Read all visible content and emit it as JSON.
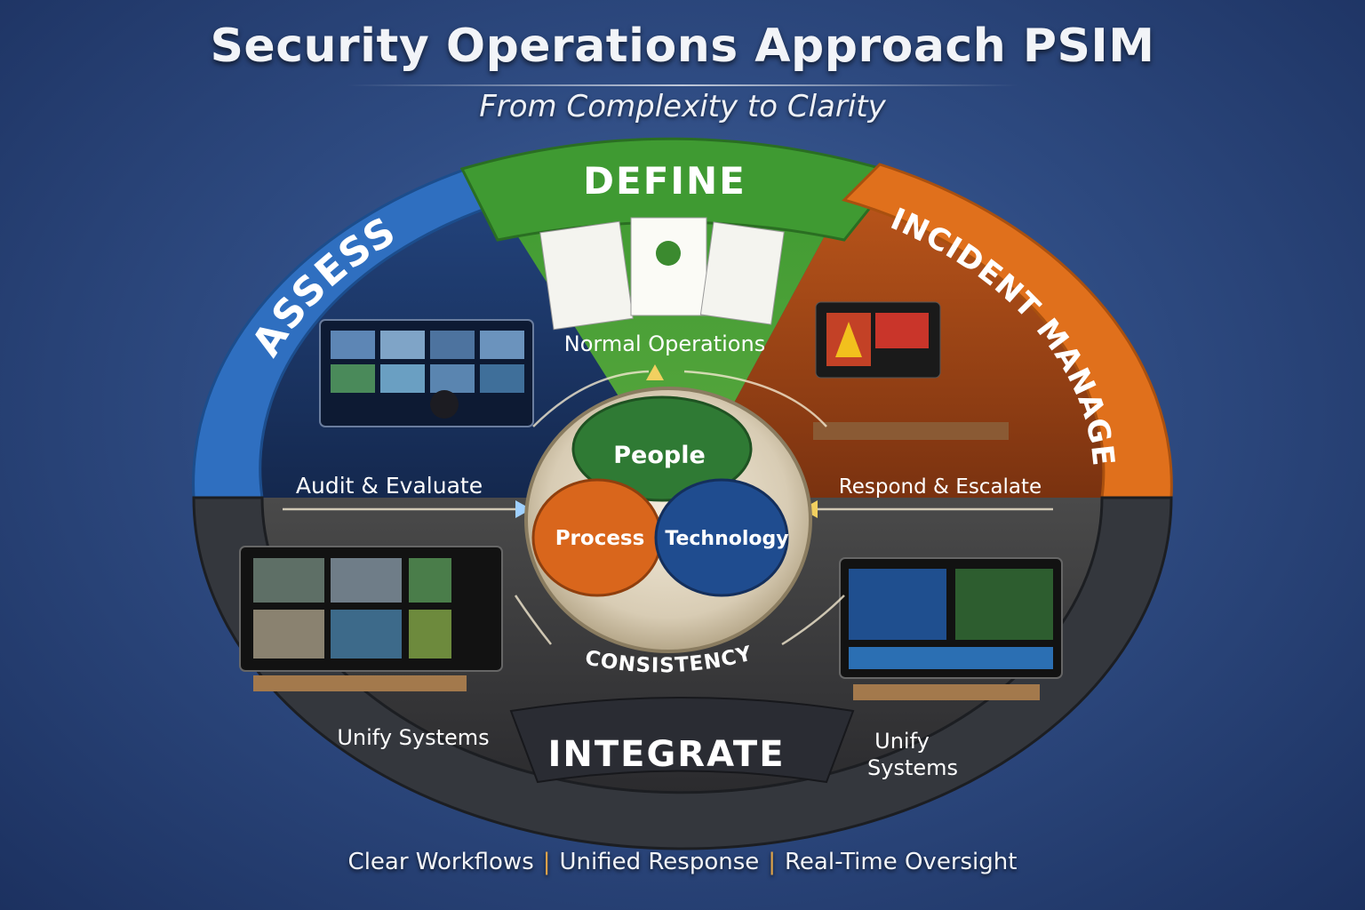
{
  "header": {
    "title": "Security Operations Approach PSIM",
    "subtitle": "From Complexity to Clarity"
  },
  "segments": {
    "assess": {
      "title": "ASSESS",
      "caption": "Audit & Evaluate",
      "color": "#2f6fc0"
    },
    "define": {
      "title": "DEFINE",
      "caption": "Normal Operations",
      "color": "#3f9a32"
    },
    "incident": {
      "title": "INCIDENT MANAGE",
      "caption": "Respond & Escalate",
      "color": "#e0701c"
    },
    "integrate": {
      "title": "INTEGRATE",
      "caption_left": "Unify Systems",
      "caption_right_line1": "Unify",
      "caption_right_line2": "Systems",
      "color": "#3a3d44"
    }
  },
  "center": {
    "people": "People",
    "process": "Process",
    "technology": "Technology",
    "consistency": "CONSISTENCY",
    "people_color": "#2f7a34",
    "process_color": "#d9661c",
    "technology_color": "#1f4c8f"
  },
  "footer": {
    "items": [
      "Clear Workflows",
      "Unified Response",
      "Real-Time Oversight"
    ]
  }
}
